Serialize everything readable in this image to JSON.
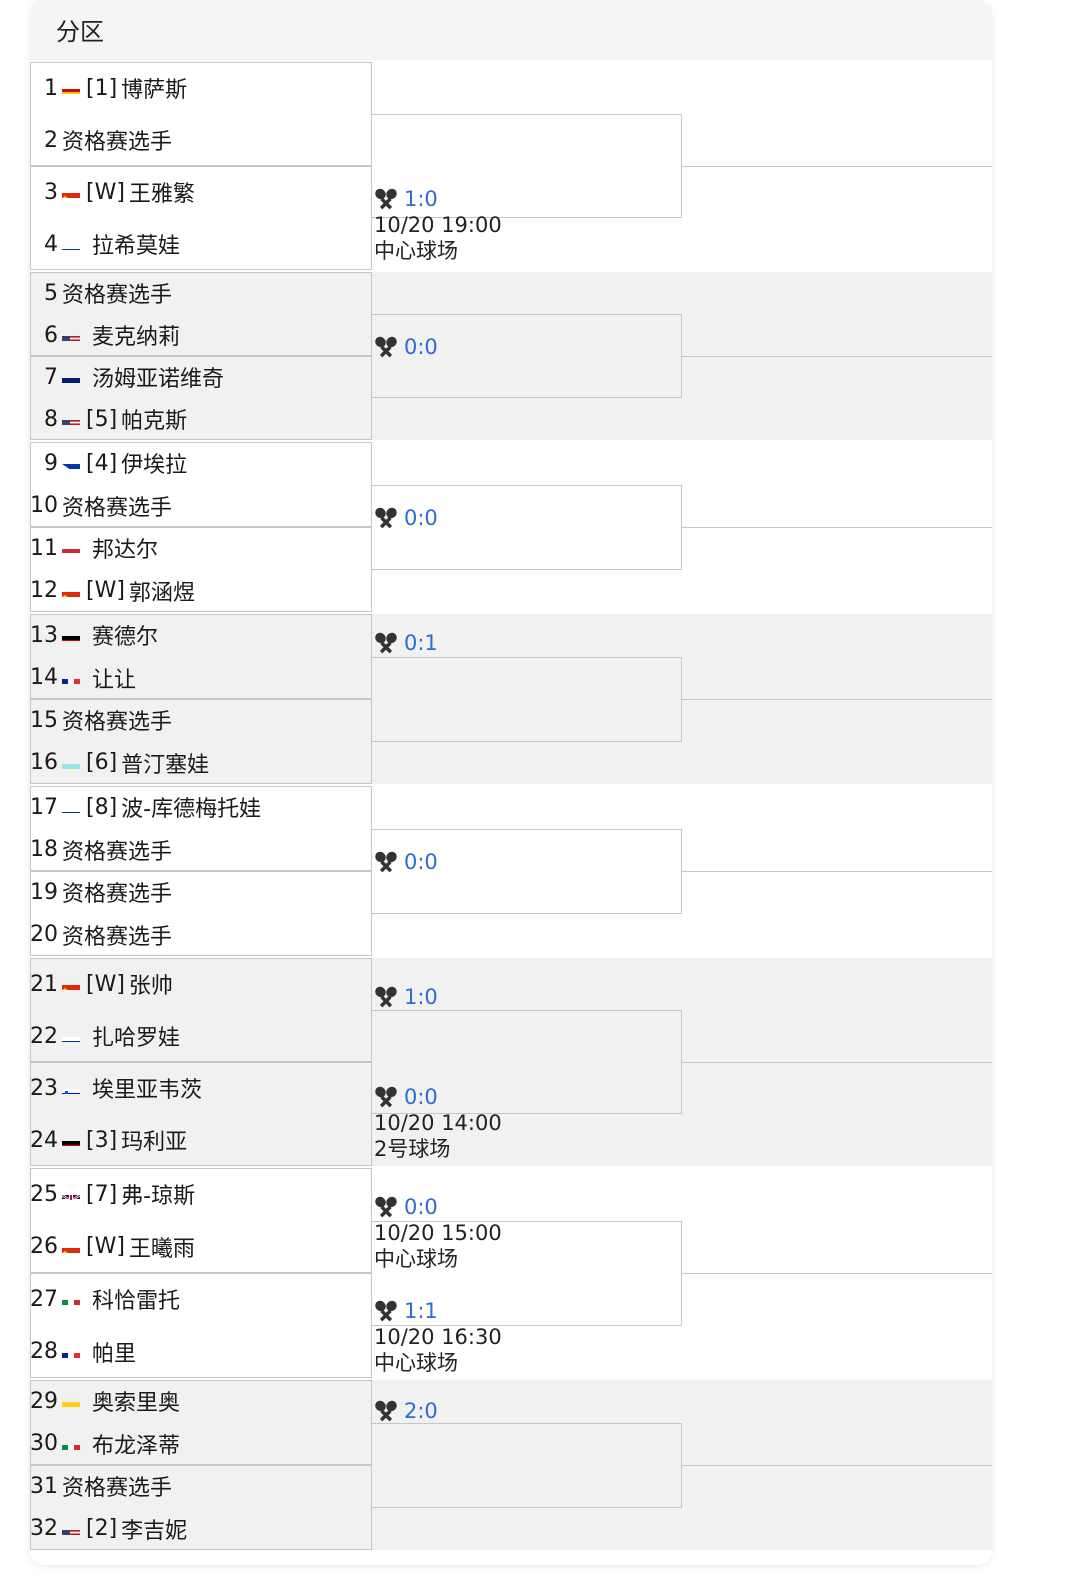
{
  "header": {
    "title": "分区"
  },
  "score_icon": "crossed-rackets-icon",
  "link_color": "#2e6bd6",
  "flags": {
    "es": "spain-flag",
    "cn": "china-flag",
    "ru": "russia-flag",
    "us": "usa-flag",
    "au": "australia-flag",
    "ph": "philippines-flag",
    "hu": "hungary-flag",
    "de": "germany-flag",
    "fr": "france-flag",
    "kz": "kazakhstan-flag",
    "si": "slovenia-flag",
    "gb": "uk-flag",
    "it": "italy-flag",
    "co": "colombia-flag"
  },
  "players": [
    {
      "num": "1",
      "flag": "es",
      "seed": "[1]",
      "name": "博萨斯"
    },
    {
      "num": "2",
      "flag": "",
      "seed": "",
      "name": "资格赛选手"
    },
    {
      "num": "3",
      "flag": "cn",
      "seed": "[W]",
      "name": "王雅繁"
    },
    {
      "num": "4",
      "flag": "ru",
      "seed": "",
      "name": "拉希莫娃"
    },
    {
      "num": "5",
      "flag": "",
      "seed": "",
      "name": "资格赛选手"
    },
    {
      "num": "6",
      "flag": "us",
      "seed": "",
      "name": "麦克纳莉"
    },
    {
      "num": "7",
      "flag": "au",
      "seed": "",
      "name": "汤姆亚诺维奇"
    },
    {
      "num": "8",
      "flag": "us",
      "seed": "[5]",
      "name": "帕克斯"
    },
    {
      "num": "9",
      "flag": "ph",
      "seed": "[4]",
      "name": "伊埃拉"
    },
    {
      "num": "10",
      "flag": "",
      "seed": "",
      "name": "资格赛选手"
    },
    {
      "num": "11",
      "flag": "hu",
      "seed": "",
      "name": "邦达尔"
    },
    {
      "num": "12",
      "flag": "cn",
      "seed": "[W]",
      "name": "郭涵煜"
    },
    {
      "num": "13",
      "flag": "de",
      "seed": "",
      "name": "赛德尔"
    },
    {
      "num": "14",
      "flag": "fr",
      "seed": "",
      "name": "让让"
    },
    {
      "num": "15",
      "flag": "",
      "seed": "",
      "name": "资格赛选手"
    },
    {
      "num": "16",
      "flag": "kz",
      "seed": "[6]",
      "name": "普汀塞娃"
    },
    {
      "num": "17",
      "flag": "ru",
      "seed": "[8]",
      "name": "波-库德梅托娃"
    },
    {
      "num": "18",
      "flag": "",
      "seed": "",
      "name": "资格赛选手"
    },
    {
      "num": "19",
      "flag": "",
      "seed": "",
      "name": "资格赛选手"
    },
    {
      "num": "20",
      "flag": "",
      "seed": "",
      "name": "资格赛选手"
    },
    {
      "num": "21",
      "flag": "cn",
      "seed": "[W]",
      "name": "张帅"
    },
    {
      "num": "22",
      "flag": "ru",
      "seed": "",
      "name": "扎哈罗娃"
    },
    {
      "num": "23",
      "flag": "si",
      "seed": "",
      "name": "埃里亚韦茨"
    },
    {
      "num": "24",
      "flag": "de",
      "seed": "[3]",
      "name": "玛利亚"
    },
    {
      "num": "25",
      "flag": "gb",
      "seed": "[7]",
      "name": "弗-琼斯"
    },
    {
      "num": "26",
      "flag": "cn",
      "seed": "[W]",
      "name": "王曦雨"
    },
    {
      "num": "27",
      "flag": "it",
      "seed": "",
      "name": "科恰雷托"
    },
    {
      "num": "28",
      "flag": "fr",
      "seed": "",
      "name": "帕里"
    },
    {
      "num": "29",
      "flag": "co",
      "seed": "",
      "name": "奥索里奥"
    },
    {
      "num": "30",
      "flag": "it",
      "seed": "",
      "name": "布龙泽蒂"
    },
    {
      "num": "31",
      "flag": "",
      "seed": "",
      "name": "资格赛选手"
    },
    {
      "num": "32",
      "flag": "us",
      "seed": "[2]",
      "name": "李吉妮"
    }
  ],
  "scores": [
    {
      "section": 0,
      "slot": "lower",
      "score": "1:0",
      "time": "10/20 19:00",
      "court": "中心球场"
    },
    {
      "section": 1,
      "slot": "lower",
      "score": "0:0",
      "time": "",
      "court": ""
    },
    {
      "section": 2,
      "slot": "lower",
      "score": "0:0",
      "time": "",
      "court": ""
    },
    {
      "section": 3,
      "slot": "upper",
      "score": "0:1",
      "time": "",
      "court": ""
    },
    {
      "section": 4,
      "slot": "lower",
      "score": "0:0",
      "time": "",
      "court": ""
    },
    {
      "section": 5,
      "slot": "upper",
      "score": "1:0",
      "time": "",
      "court": ""
    },
    {
      "section": 5,
      "slot": "lower",
      "score": "0:0",
      "time": "10/20 14:00",
      "court": "2号球场"
    },
    {
      "section": 6,
      "slot": "upper",
      "score": "0:0",
      "time": "10/20 15:00",
      "court": "中心球场"
    },
    {
      "section": 6,
      "slot": "lower",
      "score": "1:1",
      "time": "10/20 16:30",
      "court": "中心球场"
    },
    {
      "section": 7,
      "slot": "upper",
      "score": "2:0",
      "time": "",
      "court": ""
    }
  ]
}
